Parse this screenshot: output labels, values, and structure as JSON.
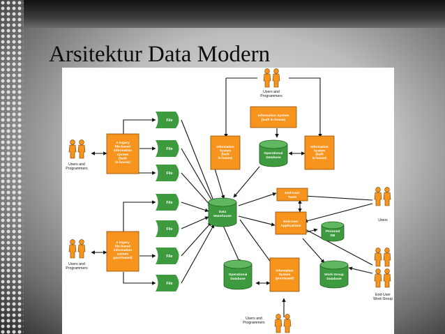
{
  "slide": {
    "title": "Arsitektur Data Modern"
  },
  "diagram": {
    "users_programmers": "Users and Programmers",
    "users": "Users",
    "end_user_work_group": "End-User Work Group",
    "legacy_inhouse": "A legacy file-based information system (built in-house)",
    "legacy_purchased": "A legacy file-based information system (purchased)",
    "file": "File",
    "data_warehouse": "Data Warehouse",
    "operational_database": "Operational Database",
    "information_system_inhouse": "Information System (built in-house)",
    "information_system_purchased": "Information System (purchased)",
    "end_user_tools": "End-User Tools",
    "end_user_applications": "End-User Applications",
    "personal_db": "Personal DB",
    "work_group_database": "Work Group Database"
  },
  "colors": {
    "orange": "#F7941D",
    "green": "#3E9A3E",
    "line": "#111111"
  }
}
